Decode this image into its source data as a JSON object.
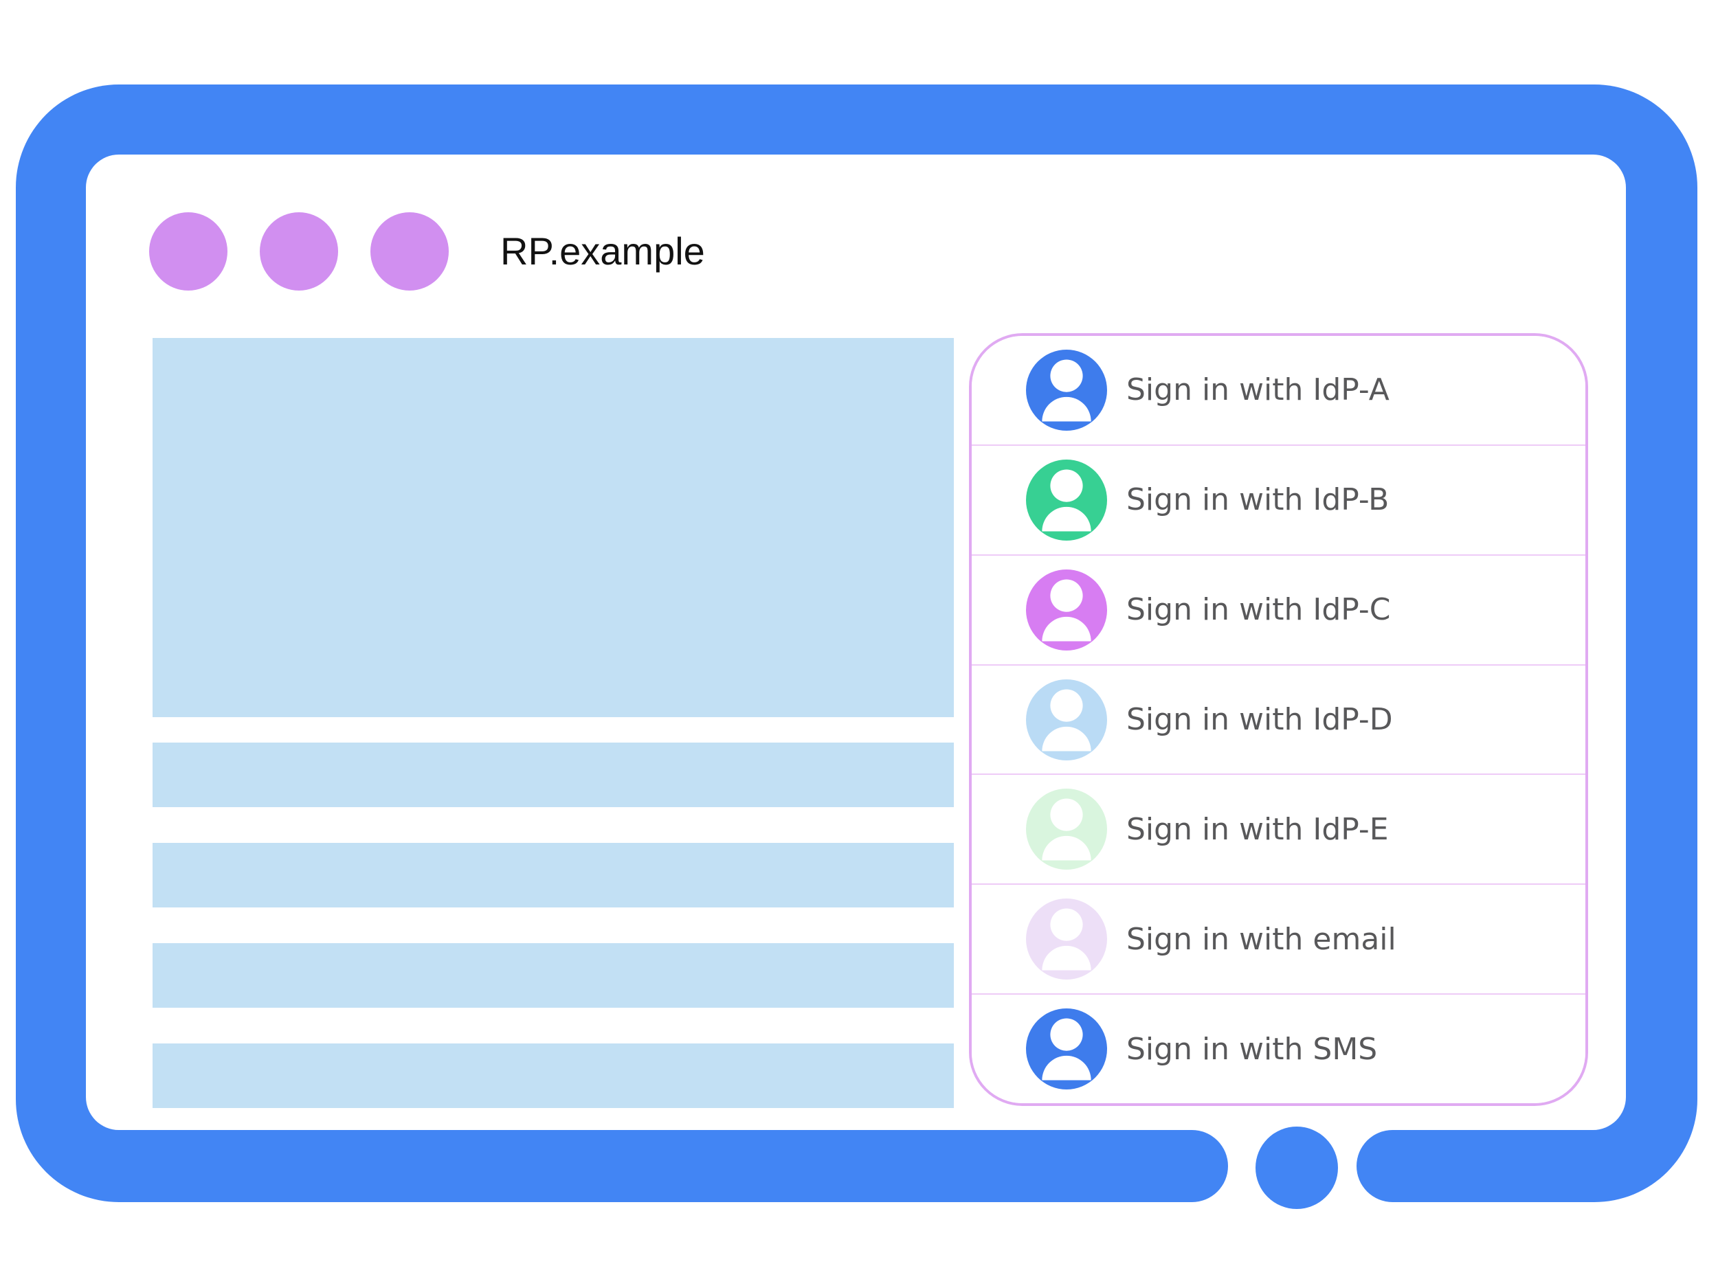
{
  "colors": {
    "frame": "#4285f4",
    "dot": "#d18ff0",
    "content_block": "#c2e0f4",
    "panel_border": "#e0aaf2",
    "divider": "#eecbf7",
    "label_color": "#58585a",
    "title_color": "#121212"
  },
  "window": {
    "title": "RP.example"
  },
  "signin_panel": {
    "options": [
      {
        "label": "Sign in with IdP-A",
        "avatar_icon": "person-avatar-icon",
        "avatar_color": "#3e7cec"
      },
      {
        "label": "Sign in with IdP-B",
        "avatar_icon": "person-avatar-icon",
        "avatar_color": "#37d093"
      },
      {
        "label": "Sign in with IdP-C",
        "avatar_icon": "person-avatar-icon",
        "avatar_color": "#d77df2"
      },
      {
        "label": "Sign in with IdP-D",
        "avatar_icon": "person-avatar-icon",
        "avatar_color": "#badbf5"
      },
      {
        "label": "Sign in with IdP-E",
        "avatar_icon": "person-avatar-icon",
        "avatar_color": "#d9f5de"
      },
      {
        "label": "Sign in with email",
        "avatar_icon": "person-avatar-icon",
        "avatar_color": "#eddff7"
      },
      {
        "label": "Sign in with SMS",
        "avatar_icon": "person-avatar-icon",
        "avatar_color": "#3e7cec"
      }
    ]
  }
}
